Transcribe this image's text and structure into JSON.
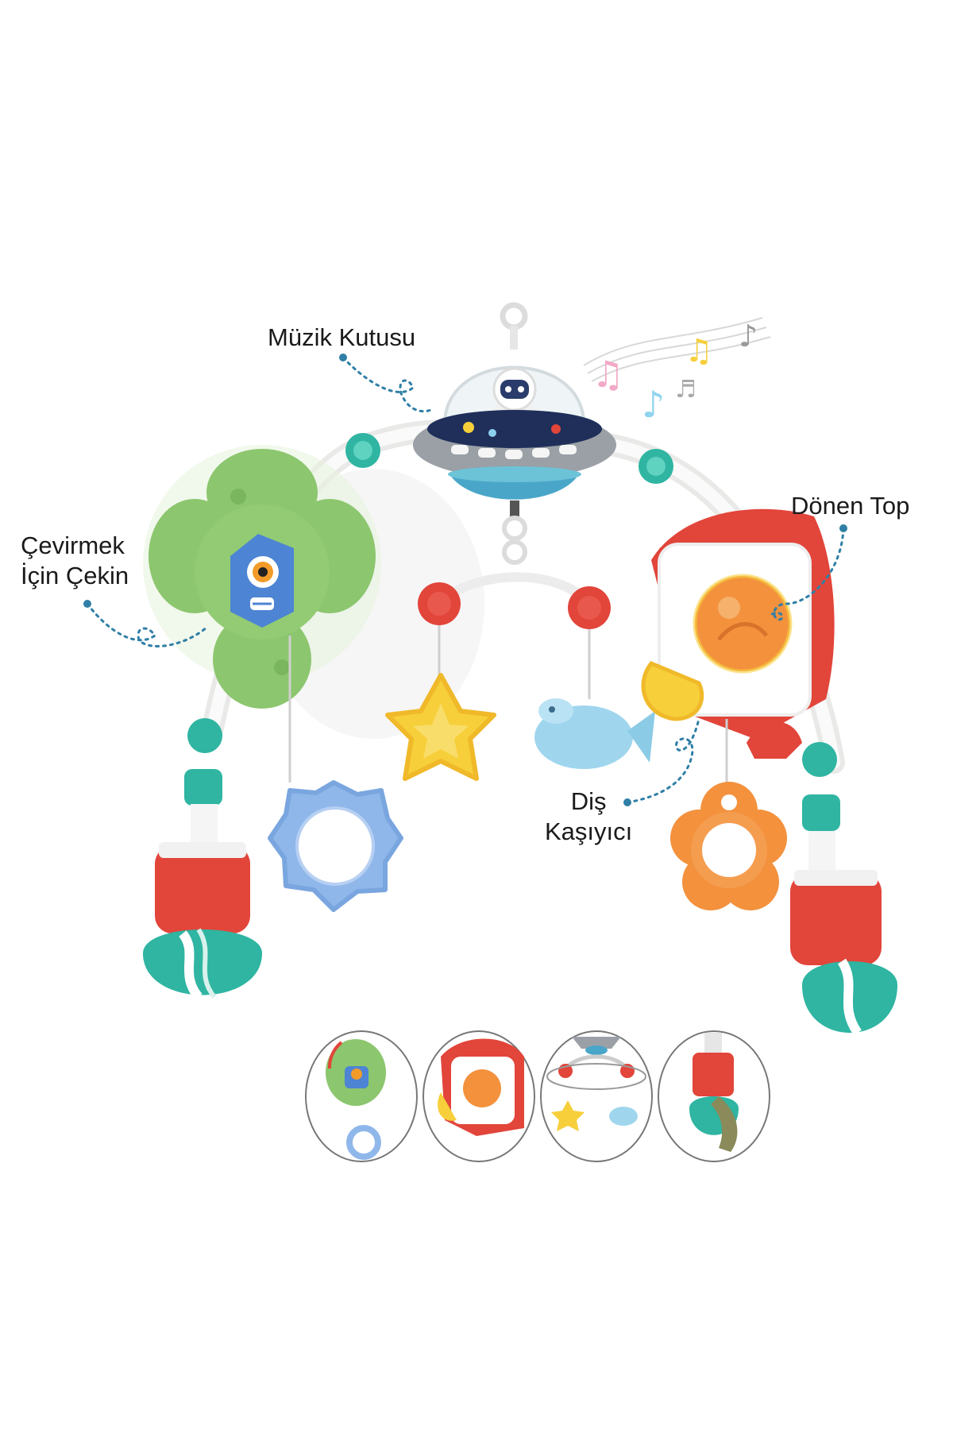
{
  "labels": {
    "muzik_kutusu": "Müzik Kutusu",
    "donen_top": "Dönen Top",
    "cevirmek_line1": "Çevirmek",
    "cevirmek_line2": "İçin Çekin",
    "dis_line1": "Diş",
    "dis_line2": "Kaşıyıcı"
  },
  "colors": {
    "background": "#ffffff",
    "arch": "#f4f4f2",
    "teal": "#2fb5a2",
    "green_spinner": "#8cc66e",
    "red": "#e2453a",
    "grey_ufo": "#9aa0a6",
    "yellow": "#f6cf3a",
    "light_blue": "#8fb7ea",
    "orange": "#f3913d",
    "callout_line": "#2f7fa6"
  },
  "icons": [
    "music-box-ufo-icon",
    "astronaut-icon",
    "music-notes-icon",
    "spinner-flower-icon",
    "rocket-spinning-ball-icon",
    "star-teether-icon",
    "fish-teether-icon",
    "blue-ring-teether-icon",
    "orange-flower-teether-icon",
    "clamp-clip-icon"
  ]
}
